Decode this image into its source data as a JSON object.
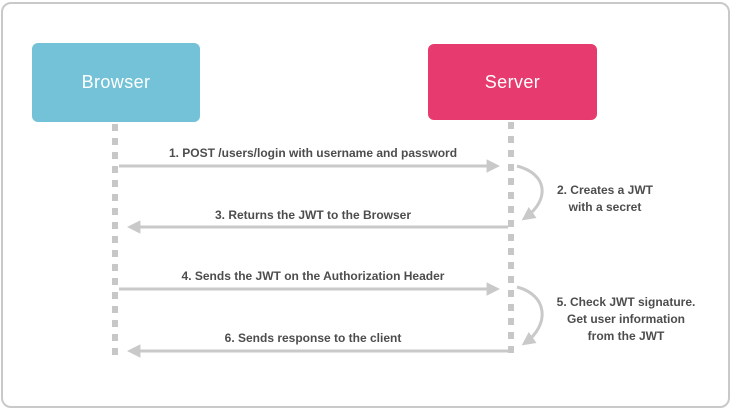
{
  "actors": [
    {
      "label": "Browser",
      "color": "#74c2d8"
    },
    {
      "label": "Server",
      "color": "#e73a6e"
    }
  ],
  "messages": [
    {
      "label": "1. POST /users/login with username and password",
      "direction": "right"
    },
    {
      "label": "3. Returns the JWT to the Browser",
      "direction": "left"
    },
    {
      "label": "4. Sends the JWT on the Authorization Header",
      "direction": "right"
    },
    {
      "label": "6. Sends response to the client",
      "direction": "left"
    }
  ],
  "self_actions": [
    {
      "actor": "Server",
      "lines": [
        "2. Creates a JWT",
        "with a secret"
      ]
    },
    {
      "actor": "Server",
      "lines": [
        "5. Check JWT signature.",
        "Get user information",
        "from the JWT"
      ]
    }
  ],
  "colors": {
    "browser_box": "#74c2d8",
    "server_box": "#e73a6e",
    "actor_label_text": "#ffffff",
    "arrow": "#c9c9c9",
    "lifeline": "#c7c7c7",
    "message_text": "#4d4d4d",
    "frame_border": "#c9c9c9"
  }
}
